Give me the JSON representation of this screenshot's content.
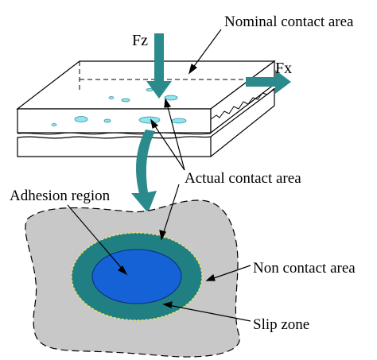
{
  "labels": {
    "nominal_contact_area": "Nominal contact area",
    "fz": "Fz",
    "fx": "Fx",
    "actual_contact_area": "Actual contact area",
    "adhesion_region": "Adhesion region",
    "non_contact_area": "Non contact area",
    "slip_zone": "Slip zone"
  },
  "colors": {
    "arrow_teal": "#2b8a8c",
    "contact_spot_cyan": "#8ee6f0",
    "non_contact_gray": "#c8c8c8",
    "slip_zone_teal": "#1f7f83",
    "adhesion_blue": "#1561d6",
    "contact_boundary_yellow": "#f0e060",
    "line_black": "#000000"
  }
}
